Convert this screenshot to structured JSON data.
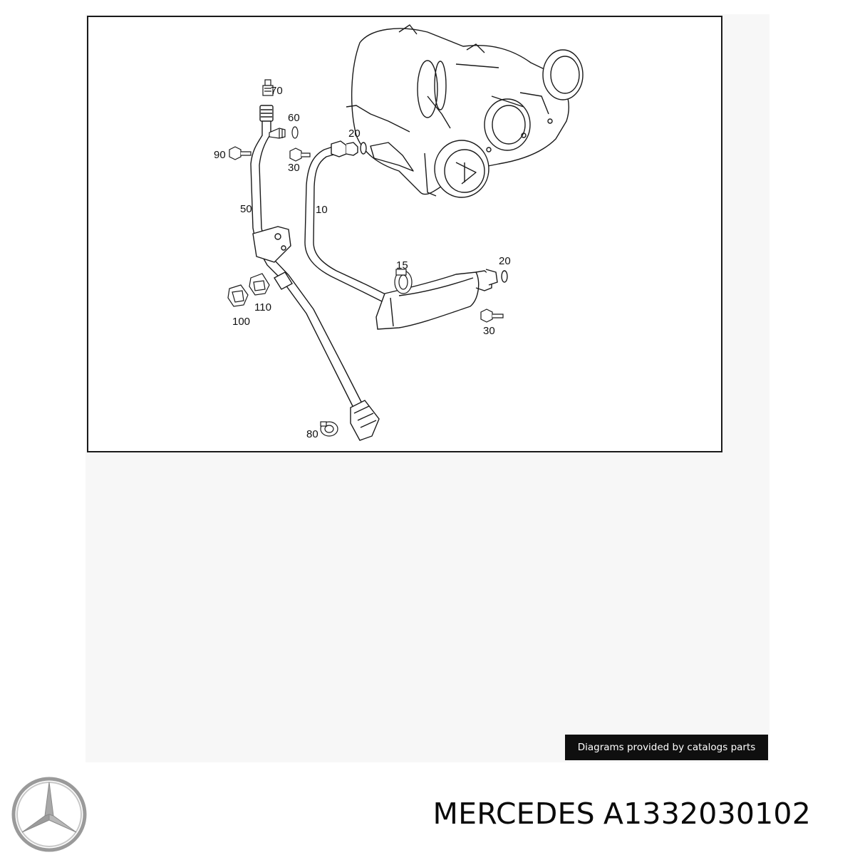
{
  "diagram": {
    "callouts": [
      "70",
      "60",
      "90",
      "30",
      "20",
      "50",
      "10",
      "15",
      "20",
      "110",
      "100",
      "30",
      "80"
    ]
  },
  "credit": {
    "text": "Diagrams provided by catalogs parts"
  },
  "title": {
    "brand": "MERCEDES",
    "part_number": "A1332030102"
  },
  "logo": {
    "icon": "mercedes-star-icon",
    "color": "#9a9a9a"
  },
  "colors": {
    "line": "#1a1a1a",
    "credit_bg": "#0f0f0f",
    "sheet_bg": "#f7f7f7"
  }
}
